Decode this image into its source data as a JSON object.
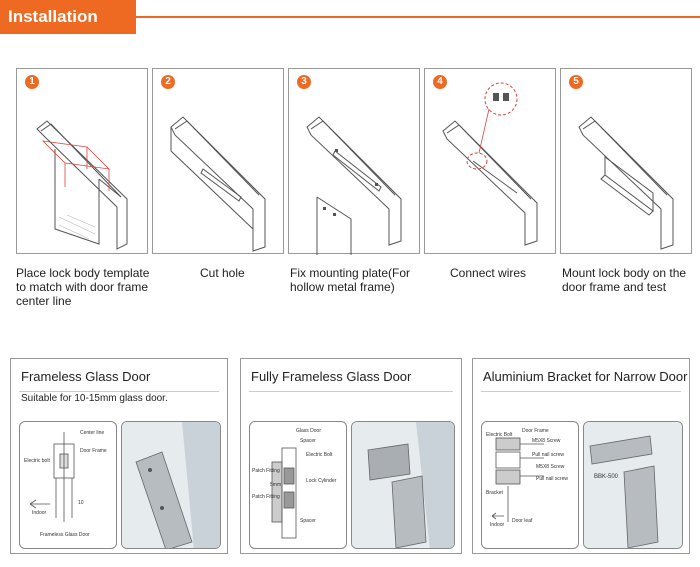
{
  "header": {
    "title": "Installation",
    "accent_color": "#ee6a23"
  },
  "steps": [
    {
      "number": "1",
      "caption_lines": [
        "Place lock body template",
        "to match with door frame",
        "center line"
      ]
    },
    {
      "number": "2",
      "caption_lines": [
        "Cut hole"
      ]
    },
    {
      "number": "3",
      "caption_lines": [
        "Fix mounting plate(For",
        "hollow metal frame)"
      ]
    },
    {
      "number": "4",
      "caption_lines": [
        "Connect wires"
      ]
    },
    {
      "number": "5",
      "caption_lines": [
        "Mount lock body on the",
        "door frame and test"
      ]
    }
  ],
  "boxes": [
    {
      "title": "Frameless Glass Door",
      "subtitle": "Suitable for 10-15mm glass door.",
      "labels": {
        "center_line": "Center line",
        "door_frame": "Door Frame",
        "electric_bolt": "Electric bolt",
        "indoor": "Indoor",
        "dim": "10",
        "frameless": "Frameless Glass Door"
      }
    },
    {
      "title": "Fully Frameless Glass Door",
      "labels": {
        "glass_door": "Glass Door",
        "spacer_top": "Spacer",
        "electric_bolt": "Electric Bolt",
        "patch_fitting_1": "Patch Fitting",
        "dim": "5mm",
        "lock_cylinder": "Lock Cylinder",
        "patch_fitting_2": "Patch Fitting",
        "spacer_bottom": "Spacer"
      }
    },
    {
      "title": "Aluminium Bracket for Narrow Door",
      "labels": {
        "door_frame": "Door Frame",
        "electric_bolt": "Electric Bolt",
        "m5x8_screw": "M5X8 Screw",
        "m5x8_screw_2": "M5X8 Screw",
        "pull_nail": "Pull nail screw",
        "pull_nail_2": "Pull nail screw",
        "bracket": "Bracket",
        "indoor": "Indoor",
        "door_leaf": "Door leaf",
        "model": "BBK-500"
      }
    }
  ]
}
